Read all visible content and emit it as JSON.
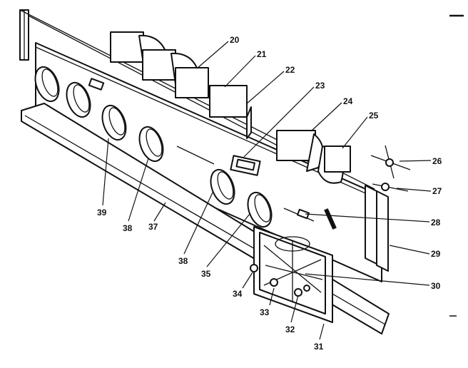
{
  "callouts": [
    {
      "id": "c20",
      "text": "20"
    },
    {
      "id": "c21",
      "text": "21"
    },
    {
      "id": "c22",
      "text": "22"
    },
    {
      "id": "c23",
      "text": "23"
    },
    {
      "id": "c24",
      "text": "24"
    },
    {
      "id": "c25",
      "text": "25"
    },
    {
      "id": "c26",
      "text": "26"
    },
    {
      "id": "c27",
      "text": "27"
    },
    {
      "id": "c28",
      "text": "28"
    },
    {
      "id": "c29",
      "text": "29"
    },
    {
      "id": "c30",
      "text": "30"
    },
    {
      "id": "c31",
      "text": "31"
    },
    {
      "id": "c32",
      "text": "32"
    },
    {
      "id": "c33",
      "text": "33"
    },
    {
      "id": "c34",
      "text": "34"
    },
    {
      "id": "c35",
      "text": "35"
    },
    {
      "id": "c38a",
      "text": "38"
    },
    {
      "id": "c37",
      "text": "37"
    },
    {
      "id": "c38b",
      "text": "38"
    },
    {
      "id": "c39",
      "text": "39"
    }
  ],
  "colors": {
    "ink": "#111111",
    "paper": "#ffffff"
  }
}
